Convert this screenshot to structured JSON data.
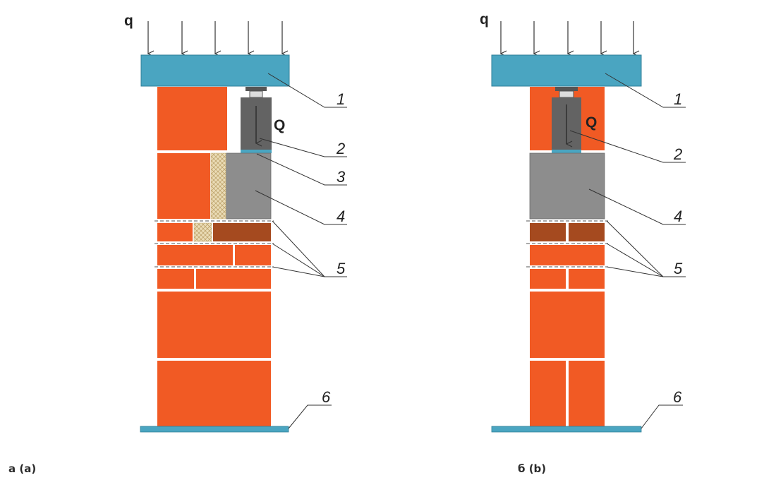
{
  "colors": {
    "brick": "#f15a24",
    "brick_dark": "#a54a1f",
    "slab": "#4aa5c1",
    "steel": "#636363",
    "block": "#8d8d8d",
    "insulation": "#eadcb6",
    "mortar": "#ffffff",
    "leader": "#333333"
  },
  "diagram_a": {
    "load_label": "q",
    "force_label": "Q",
    "callouts": [
      "1",
      "2",
      "3",
      "4",
      "5",
      "6"
    ],
    "caption": "a (a)"
  },
  "diagram_b": {
    "load_label": "q",
    "force_label": "Q",
    "callouts": [
      "1",
      "2",
      "4",
      "5",
      "6"
    ],
    "caption": "б (b)"
  }
}
